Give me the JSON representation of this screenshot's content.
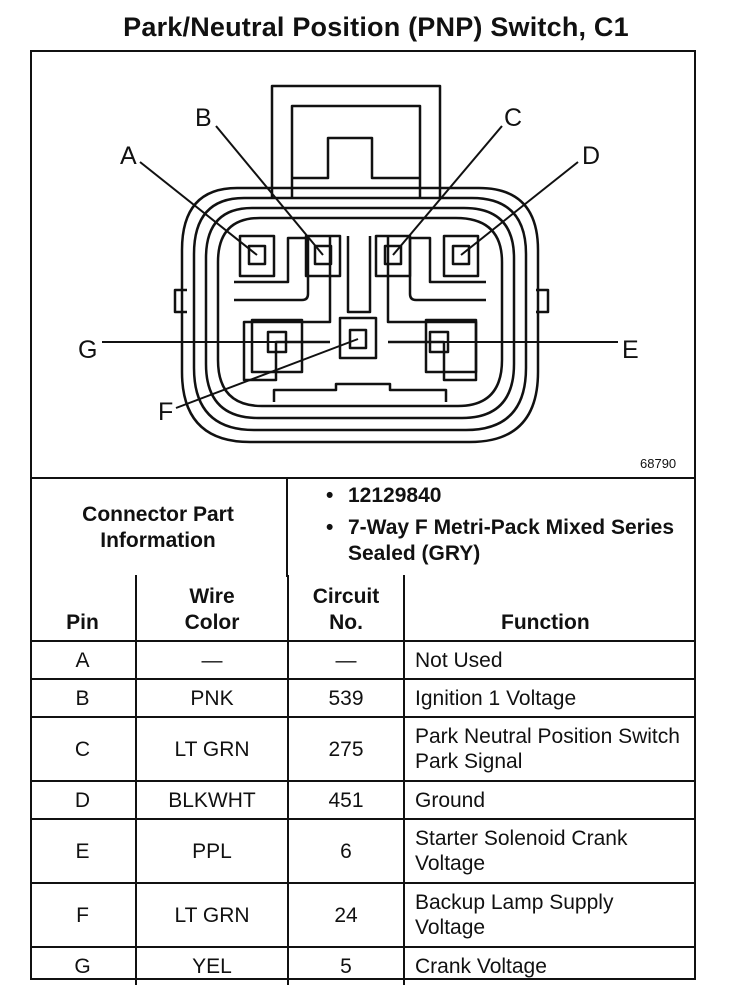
{
  "title": "Park/Neutral Position (PNP) Switch, C1",
  "diagram": {
    "figure_number": "68790",
    "pin_labels": [
      "A",
      "B",
      "C",
      "D",
      "E",
      "F",
      "G"
    ]
  },
  "connector_info": {
    "label": "Connector Part Information",
    "items": [
      "12129840",
      "7-Way F Metri-Pack Mixed Series Sealed (GRY)"
    ]
  },
  "table": {
    "headers": {
      "pin": "Pin",
      "wire_color": "Wire Color",
      "circuit_no": "Circuit No.",
      "function": "Function"
    },
    "rows": [
      {
        "pin": "A",
        "wire_color": "—",
        "circuit_no": "—",
        "function": "Not Used"
      },
      {
        "pin": "B",
        "wire_color": "PNK",
        "circuit_no": "539",
        "function": "Ignition 1 Voltage"
      },
      {
        "pin": "C",
        "wire_color": "LT GRN",
        "circuit_no": "275",
        "function": "Park Neutral Position Switch Park Signal"
      },
      {
        "pin": "D",
        "wire_color": "BLKWHT",
        "circuit_no": "451",
        "function": "Ground"
      },
      {
        "pin": "E",
        "wire_color": "PPL",
        "circuit_no": "6",
        "function": "Starter Solenoid Crank Voltage"
      },
      {
        "pin": "F",
        "wire_color": "LT GRN",
        "circuit_no": "24",
        "function": "Backup Lamp Supply Voltage"
      },
      {
        "pin": "G",
        "wire_color": "YEL",
        "circuit_no": "5",
        "function": "Crank Voltage"
      }
    ]
  }
}
